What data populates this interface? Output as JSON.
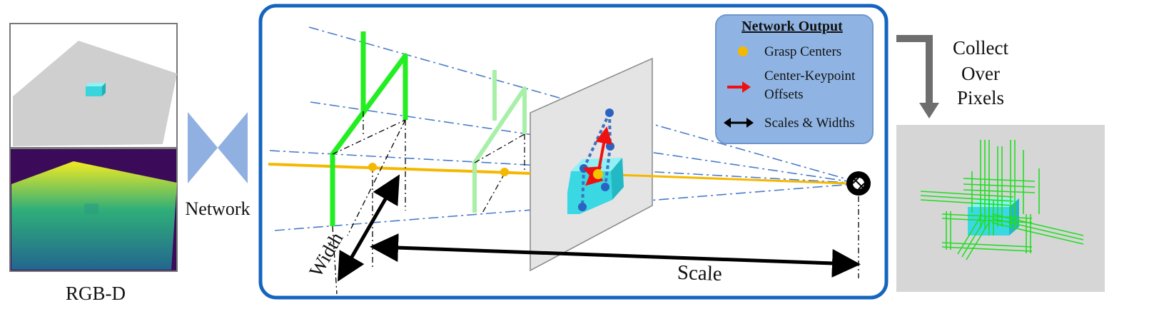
{
  "left_panel": {
    "input_label": "RGB-D",
    "network_label": "Network"
  },
  "center_panel": {
    "width_label": "Width",
    "scale_label": "Scale"
  },
  "legend": {
    "title": "Network Output",
    "items": [
      {
        "icon": "grasp-center-dot-icon",
        "label_lines": [
          "Grasp Centers"
        ]
      },
      {
        "icon": "red-arrow-icon",
        "label_lines": [
          "Center-Keypoint",
          "Offsets"
        ]
      },
      {
        "icon": "double-arrow-icon",
        "label_lines": [
          "Scales & Widths"
        ]
      }
    ]
  },
  "right_panel": {
    "collect_lines": [
      "Collect",
      "Over",
      "Pixels"
    ]
  },
  "colors": {
    "frame_blue": "#1565c0",
    "legend_bg": "#8fb4e3",
    "network_blue": "#8fb0e0",
    "gripper_green": "#22ee22",
    "gripper_green_faded": "#a8f0a8",
    "grasp_axis": "#f5b800",
    "ray_blue": "#4a7cc9",
    "cube_cyan": "#40e0e8",
    "offset_red": "#ee1111",
    "arrow_gray": "#6e6e6e"
  }
}
